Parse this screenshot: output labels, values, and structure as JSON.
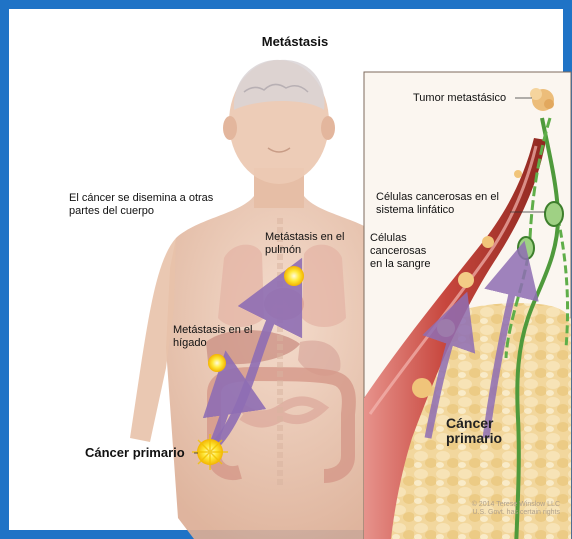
{
  "title": "Metástasis",
  "labels": {
    "spread": "El cáncer se disemina a otras partes del cuerpo",
    "lung_mets": "Metástasis en el pulmón",
    "liver_mets": "Metástasis en el hígado",
    "primary_cancer": "Cáncer primario",
    "metastatic_tumor": "Tumor metastásico",
    "lymph_cells": "Células cancerosas en el sistema linfático",
    "blood_cells": "Células cancerosas en la sangre",
    "primary_cancer_inset": "Cáncer primario"
  },
  "copyright": {
    "line1": "© 2014 Terese Winslow LLC",
    "line2": "U.S. Govt. has certain rights"
  },
  "colors": {
    "frame": "#1f73c6",
    "skin": "#ecc9b3",
    "vessel": "#c0473e",
    "lymph": "#4f9a3c",
    "arrow": "#8f6eb4",
    "tumor": "#e9b978"
  }
}
